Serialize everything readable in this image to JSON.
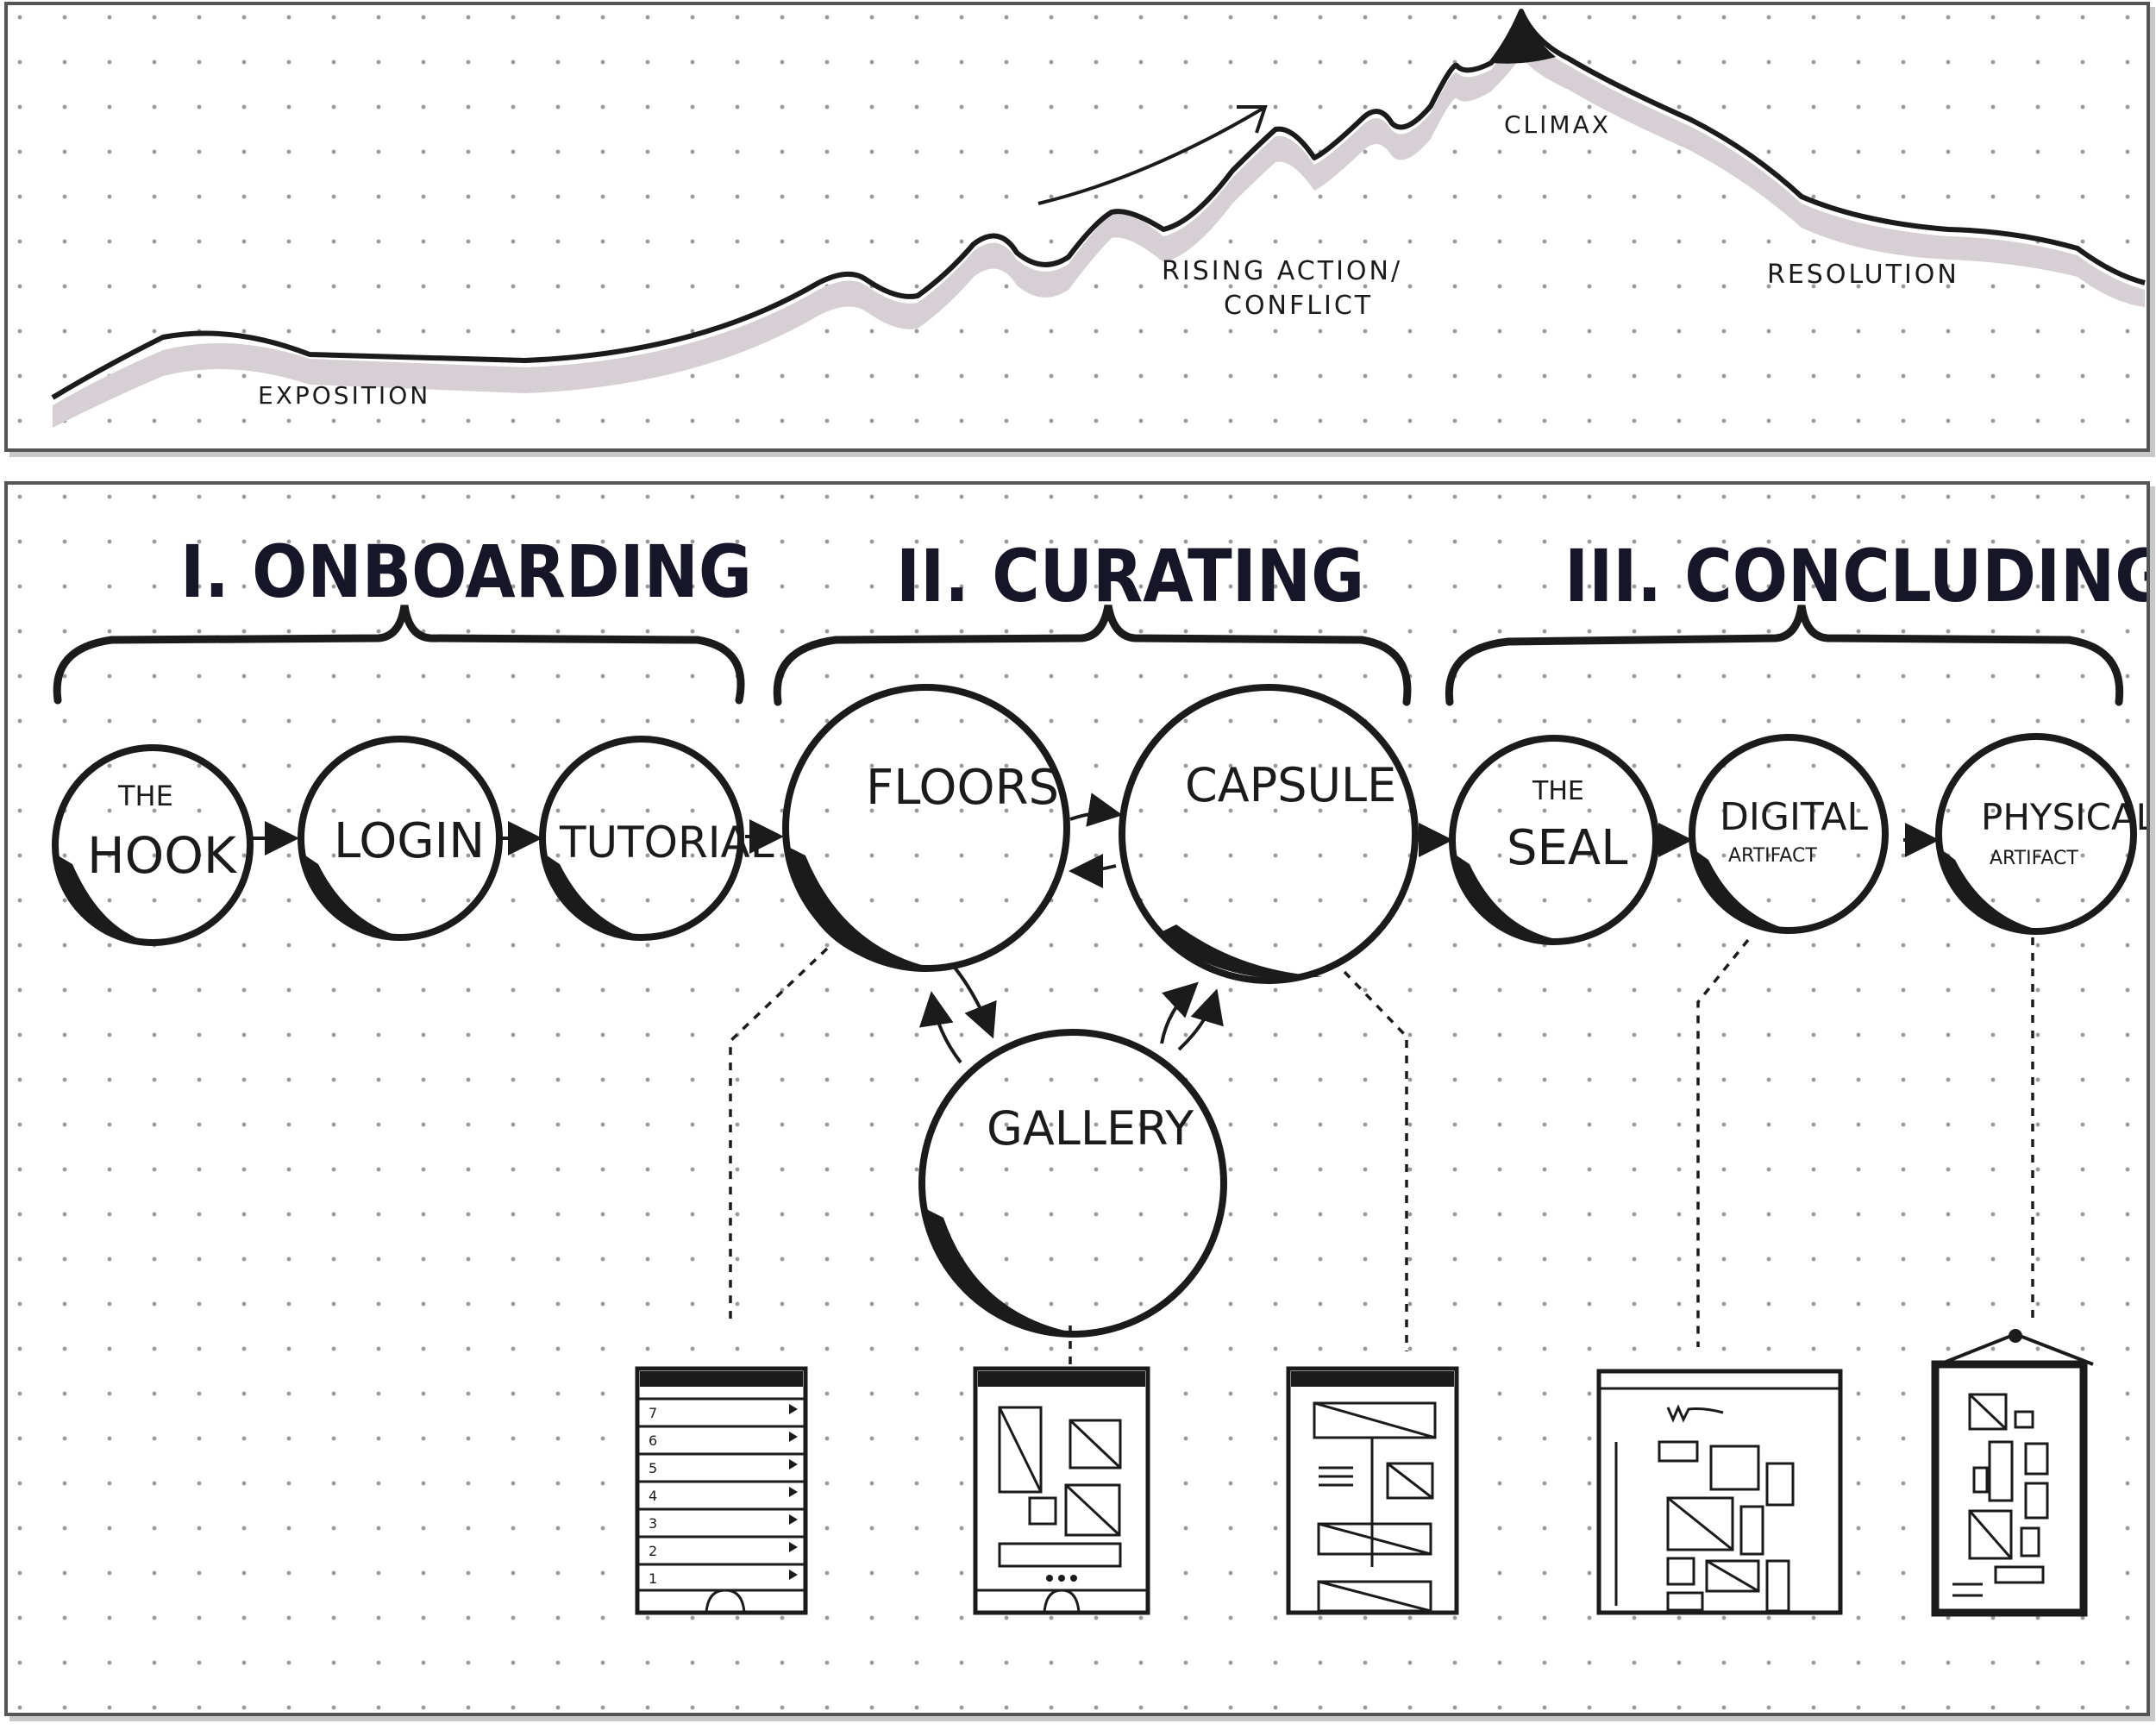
{
  "story_arc": {
    "exposition": "EXPOSITION",
    "rising_action_line1": "RISING ACTION/",
    "rising_action_line2": "CONFLICT",
    "climax": "CLIMAX",
    "resolution": "RESOLUTION"
  },
  "phases": [
    {
      "label": "I. ONBOARDING"
    },
    {
      "label": "II. CURATING"
    },
    {
      "label": "III. CONCLUDING"
    }
  ],
  "nodes": {
    "hook_small": "THE",
    "hook": "HOOK",
    "login": "LOGIN",
    "tutorial": "TUTORIAL",
    "floors": "FLOORS",
    "capsule": "CAPSULE",
    "gallery": "GALLERY",
    "seal_small": "THE",
    "seal": "SEAL",
    "digital": "DIGITAL",
    "digital_small": "ARTIFACT",
    "physical": "PHYSICAL",
    "physical_small": "ARTIFACT"
  },
  "floor_numbers": [
    "7",
    "6",
    "5",
    "4",
    "3",
    "2",
    "1"
  ],
  "colors": {
    "ink": "#1b1b1b",
    "arc_shadow": "#d4cdd2",
    "frame": "#555555"
  }
}
